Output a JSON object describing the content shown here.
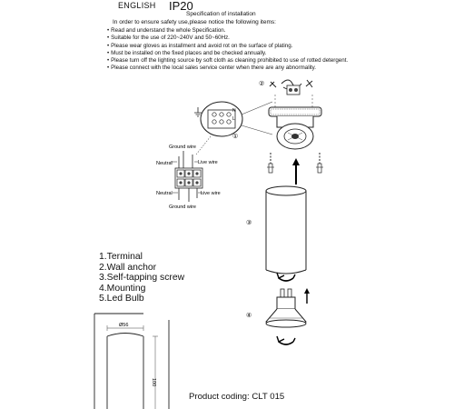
{
  "header": {
    "language": "ENGLISH",
    "rating": "IP20",
    "title": "Specification of installation"
  },
  "intro": "In order to ensure safety use,please notice the following items:",
  "rules": [
    "Read and understand the whole Specification.",
    "Suitable for the use of 220~240V and 50~60Hz.",
    "Please wear gloves as installment and avoid rot on the surface of plating.",
    "Must be installed on the fixed places and be checked annually.",
    "Please turn off the lighting source by soft cloth as cleaning prohibited to use of rotted detergent.",
    "Please connect with the local sales service center when there are any abnormality."
  ],
  "wiring": {
    "ground_wire": "Ground wire",
    "neutral": "Neutral",
    "live_wire": "Live wire",
    "terminal_letters": [
      "N",
      "L"
    ]
  },
  "steps": {
    "step1": "①",
    "step2": "②",
    "step3": "③",
    "step4": "④"
  },
  "legend": [
    "1.Terminal",
    "2.Wall anchor",
    "3.Self-tapping screw",
    "4.Mounting",
    "5.Led Bulb"
  ],
  "dimensions": {
    "diameter": "Ø56",
    "height": "100"
  },
  "product_code": "Product coding: CLT 015"
}
